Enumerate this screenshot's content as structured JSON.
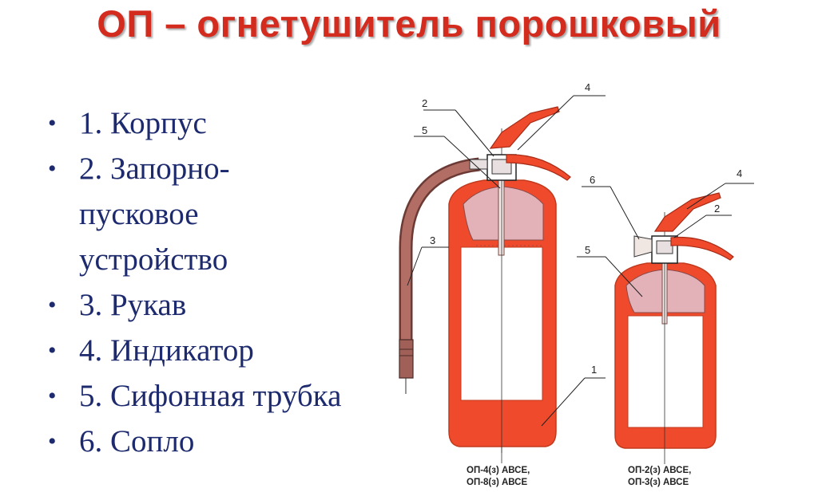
{
  "title": "ОП – огнетушитель порошковый",
  "parts": [
    {
      "label": "1. Корпус"
    },
    {
      "label": "2. Запорно-пусковое устройство"
    },
    {
      "label": "3. Рукав"
    },
    {
      "label": "4. Индикатор"
    },
    {
      "label": "5. Сифонная трубка"
    },
    {
      "label": "6. Сопло"
    }
  ],
  "diagram": {
    "callouts_large": [
      "2",
      "5",
      "4",
      "3",
      "1"
    ],
    "callouts_small": [
      "6",
      "4",
      "2",
      "5"
    ],
    "caption_large": [
      "ОП-4(з) АВСЕ,",
      "ОП-8(з) АВСЕ"
    ],
    "caption_small": [
      "ОП-2(з) АВСЕ,",
      "ОП-3(з) АВСЕ"
    ]
  },
  "colors": {
    "title": "#d42b1f",
    "text": "#1d2a6e",
    "body_red": "#ef4a2c",
    "powder_pink": "#e3b2b8"
  }
}
